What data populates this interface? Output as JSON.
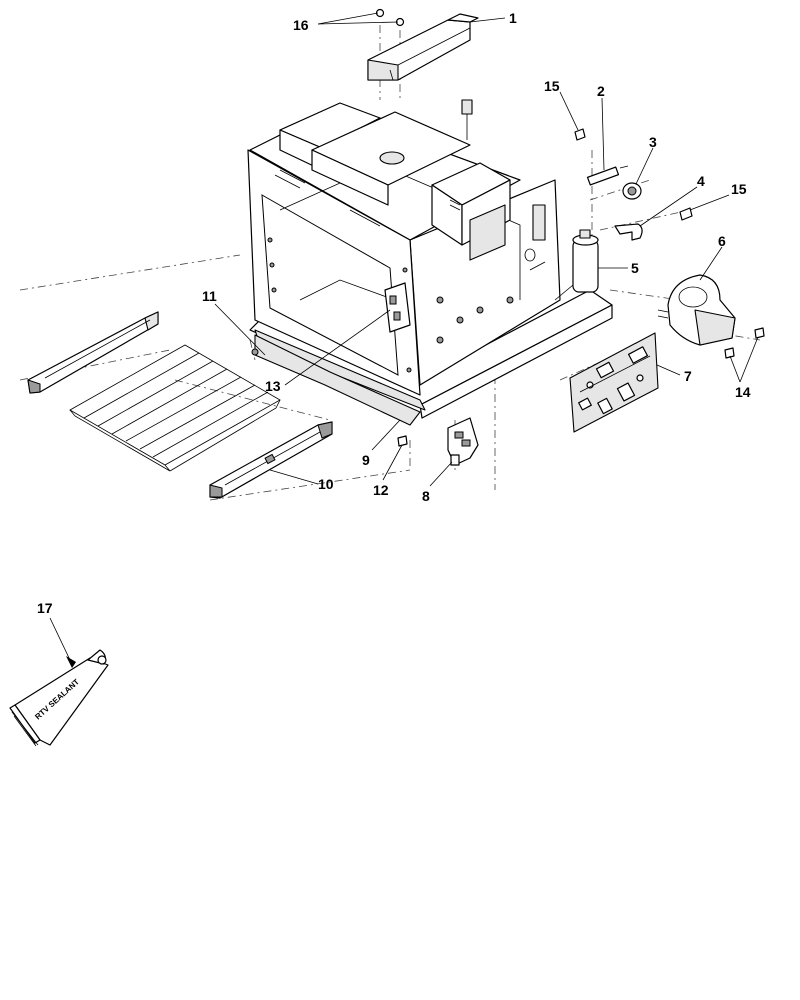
{
  "callouts": {
    "c1": "1",
    "c2": "2",
    "c3": "3",
    "c4": "4",
    "c5": "5",
    "c6": "6",
    "c7": "7",
    "c8": "8",
    "c9": "9",
    "c10": "10",
    "c11": "11",
    "c12": "12",
    "c13": "13",
    "c14": "14",
    "c15a": "15",
    "c15b": "15",
    "c16": "16",
    "c17": "17"
  },
  "tube_label": "RTV SEALANT"
}
